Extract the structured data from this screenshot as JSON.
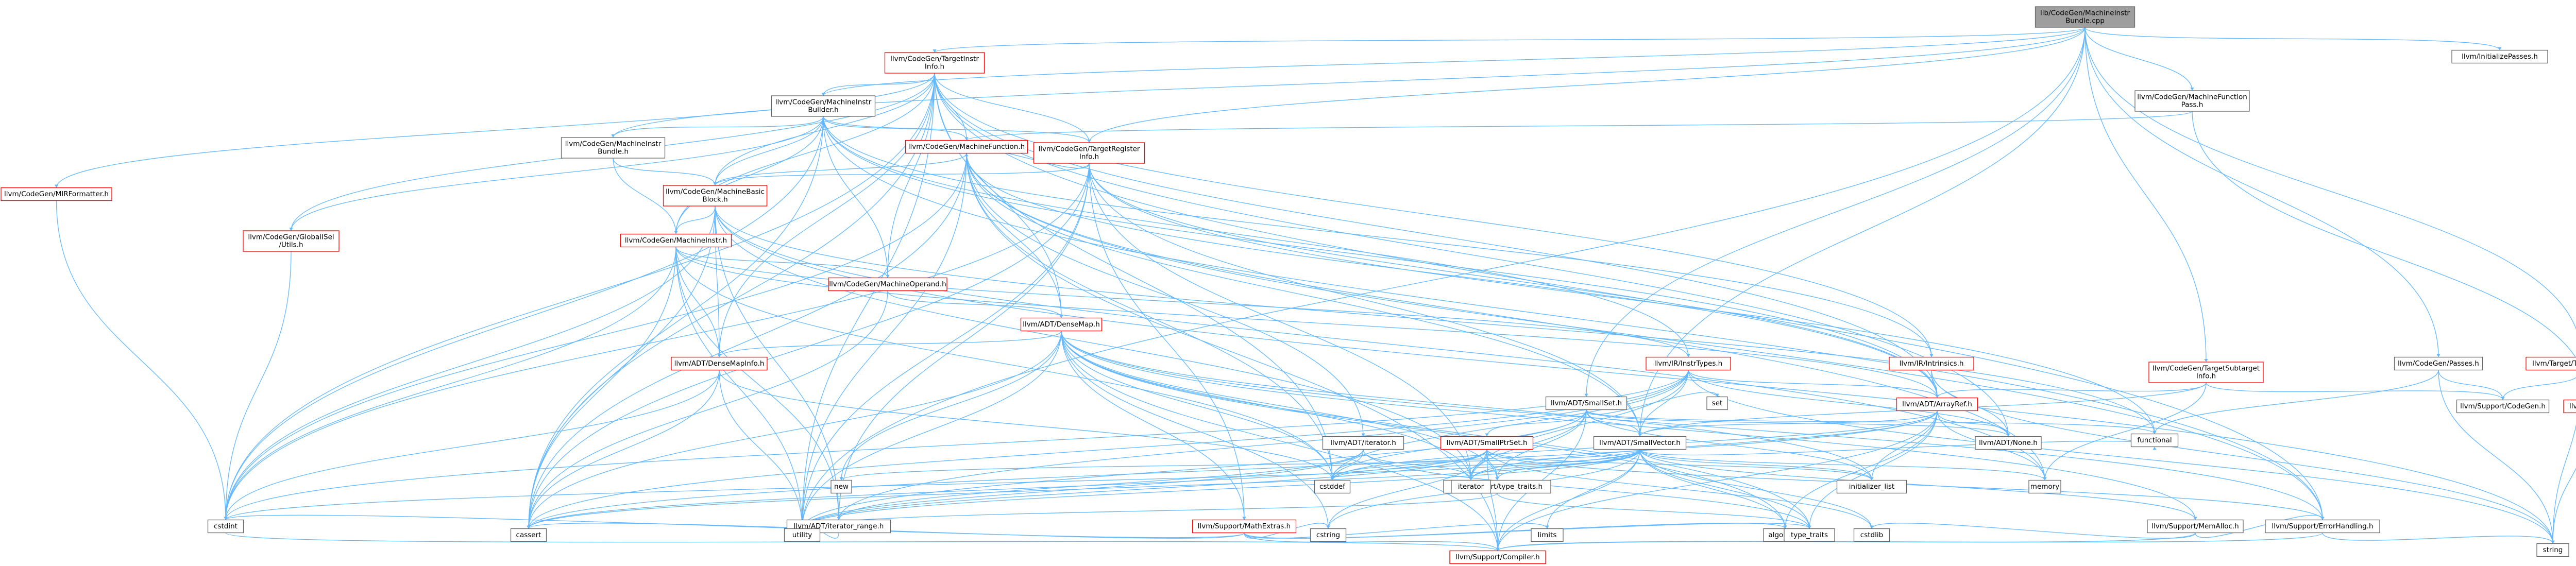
{
  "graph": {
    "colors": {
      "root_fill": "#9e9e9e",
      "root_border": "#666666",
      "normal_fill": "#ffffff",
      "normal_border": "#666666",
      "red_border": "#ff0000",
      "edge": "#63b8ff"
    },
    "nodes": [
      {
        "id": "root",
        "lines": [
          "lib/CodeGen/MachineInstr",
          "Bundle.cpp"
        ],
        "kind": "root"
      },
      {
        "id": "tii",
        "lines": [
          "llvm/CodeGen/TargetInstr",
          "Info.h"
        ],
        "kind": "red"
      },
      {
        "id": "initpasses",
        "lines": [
          "llvm/InitializePasses.h"
        ],
        "kind": "normal"
      },
      {
        "id": "mbuilder",
        "lines": [
          "llvm/CodeGen/MachineInstr",
          "Builder.h"
        ],
        "kind": "normal"
      },
      {
        "id": "mfpass",
        "lines": [
          "llvm/CodeGen/MachineFunction",
          "Pass.h"
        ],
        "kind": "normal"
      },
      {
        "id": "tri",
        "lines": [
          "llvm/CodeGen/TargetRegister",
          "Info.h"
        ],
        "kind": "red"
      },
      {
        "id": "mfunc",
        "lines": [
          "llvm/CodeGen/MachineFunction.h"
        ],
        "kind": "red"
      },
      {
        "id": "mibundle",
        "lines": [
          "llvm/CodeGen/MachineInstr",
          "Bundle.h"
        ],
        "kind": "normal"
      },
      {
        "id": "mirfmt",
        "lines": [
          "llvm/CodeGen/MIRFormatter.h"
        ],
        "kind": "red"
      },
      {
        "id": "mbb",
        "lines": [
          "llvm/CodeGen/MachineBasic",
          "Block.h"
        ],
        "kind": "red"
      },
      {
        "id": "gisel",
        "lines": [
          "llvm/CodeGen/GlobalISel",
          "/Utils.h"
        ],
        "kind": "red"
      },
      {
        "id": "minstr",
        "lines": [
          "llvm/CodeGen/MachineInstr.h"
        ],
        "kind": "red"
      },
      {
        "id": "mop",
        "lines": [
          "llvm/CodeGen/MachineOperand.h"
        ],
        "kind": "red"
      },
      {
        "id": "densemap",
        "lines": [
          "llvm/ADT/DenseMap.h"
        ],
        "kind": "red"
      },
      {
        "id": "densemapinfo",
        "lines": [
          "llvm/ADT/DenseMapInfo.h"
        ],
        "kind": "red"
      },
      {
        "id": "insttypes",
        "lines": [
          "llvm/IR/InstrTypes.h"
        ],
        "kind": "red"
      },
      {
        "id": "intrinsics",
        "lines": [
          "llvm/IR/Intrinsics.h"
        ],
        "kind": "red"
      },
      {
        "id": "tsti",
        "lines": [
          "llvm/CodeGen/TargetSubtarget",
          "Info.h"
        ],
        "kind": "red"
      },
      {
        "id": "cgpasses",
        "lines": [
          "llvm/CodeGen/Passes.h"
        ],
        "kind": "normal"
      },
      {
        "id": "tm",
        "lines": [
          "llvm/Target/TargetMachine.h"
        ],
        "kind": "red"
      },
      {
        "id": "smallset",
        "lines": [
          "llvm/ADT/SmallSet.h"
        ],
        "kind": "normal"
      },
      {
        "id": "arrayref",
        "lines": [
          "llvm/ADT/ArrayRef.h"
        ],
        "kind": "red"
      },
      {
        "id": "set",
        "lines": [
          "set"
        ],
        "kind": "normal"
      },
      {
        "id": "functional",
        "lines": [
          "functional"
        ],
        "kind": "normal"
      },
      {
        "id": "supcodegen",
        "lines": [
          "llvm/Support/CodeGen.h"
        ],
        "kind": "normal"
      },
      {
        "id": "pass",
        "lines": [
          "llvm/Pass.h"
        ],
        "kind": "red"
      },
      {
        "id": "adtiterator",
        "lines": [
          "llvm/ADT/iterator.h"
        ],
        "kind": "normal"
      },
      {
        "id": "smallptrset",
        "lines": [
          "llvm/ADT/SmallPtrSet.h"
        ],
        "kind": "red"
      },
      {
        "id": "smallvector",
        "lines": [
          "llvm/ADT/SmallVector.h"
        ],
        "kind": "normal"
      },
      {
        "id": "none",
        "lines": [
          "llvm/ADT/None.h"
        ],
        "kind": "normal"
      },
      {
        "id": "new",
        "lines": [
          "new"
        ],
        "kind": "normal"
      },
      {
        "id": "mathextras",
        "lines": [
          "llvm/Support/MathExtras.h"
        ],
        "kind": "red"
      },
      {
        "id": "typetraits",
        "lines": [
          "llvm/Support/type_traits.h"
        ],
        "kind": "normal"
      },
      {
        "id": "iterator",
        "lines": [
          "iterator"
        ],
        "kind": "normal"
      },
      {
        "id": "cstddef",
        "lines": [
          "cstddef"
        ],
        "kind": "normal"
      },
      {
        "id": "initlist",
        "lines": [
          "initializer_list"
        ],
        "kind": "normal"
      },
      {
        "id": "memory",
        "lines": [
          "memory"
        ],
        "kind": "normal"
      },
      {
        "id": "memalloc",
        "lines": [
          "llvm/Support/MemAlloc.h"
        ],
        "kind": "normal"
      },
      {
        "id": "itrange",
        "lines": [
          "llvm/ADT/iterator_range.h"
        ],
        "kind": "normal"
      },
      {
        "id": "cstdint",
        "lines": [
          "cstdint"
        ],
        "kind": "normal"
      },
      {
        "id": "cassert",
        "lines": [
          "cassert"
        ],
        "kind": "normal"
      },
      {
        "id": "utility",
        "lines": [
          "utility"
        ],
        "kind": "normal"
      },
      {
        "id": "cstring",
        "lines": [
          "cstring"
        ],
        "kind": "normal"
      },
      {
        "id": "limits",
        "lines": [
          "limits"
        ],
        "kind": "normal"
      },
      {
        "id": "algorithm",
        "lines": [
          "algorithm"
        ],
        "kind": "normal"
      },
      {
        "id": "typetraitsstd",
        "lines": [
          "type_traits"
        ],
        "kind": "normal"
      },
      {
        "id": "cstdlib",
        "lines": [
          "cstdlib"
        ],
        "kind": "normal"
      },
      {
        "id": "errhandling",
        "lines": [
          "llvm/Support/ErrorHandling.h"
        ],
        "kind": "normal"
      },
      {
        "id": "compiler",
        "lines": [
          "llvm/Support/Compiler.h"
        ],
        "kind": "red"
      },
      {
        "id": "string",
        "lines": [
          "string"
        ],
        "kind": "normal"
      }
    ],
    "edges": [
      [
        "root",
        "tii"
      ],
      [
        "root",
        "initpasses"
      ],
      [
        "root",
        "mbuilder"
      ],
      [
        "root",
        "mfpass"
      ],
      [
        "root",
        "tri"
      ],
      [
        "root",
        "mibundle"
      ],
      [
        "root",
        "tsti"
      ],
      [
        "root",
        "cgpasses"
      ],
      [
        "root",
        "tm"
      ],
      [
        "root",
        "utility"
      ],
      [
        "root",
        "smallset"
      ],
      [
        "root",
        "smallvector"
      ],
      [
        "tii",
        "mbuilder"
      ],
      [
        "tii",
        "mirfmt"
      ],
      [
        "tii",
        "gisel"
      ],
      [
        "tii",
        "mfunc"
      ],
      [
        "tii",
        "tri"
      ],
      [
        "tii",
        "mbb"
      ],
      [
        "tii",
        "minstr"
      ],
      [
        "tii",
        "mop"
      ],
      [
        "tii",
        "densemap"
      ],
      [
        "tii",
        "densemapinfo"
      ],
      [
        "tii",
        "arrayref"
      ],
      [
        "tii",
        "none"
      ],
      [
        "tii",
        "errhandling"
      ],
      [
        "tii",
        "cstdint"
      ],
      [
        "tii",
        "cassert"
      ],
      [
        "tii",
        "utility"
      ],
      [
        "tii",
        "cstddef"
      ],
      [
        "tii",
        "intrinsics"
      ],
      [
        "mbuilder",
        "mfunc"
      ],
      [
        "mbuilder",
        "mibundle"
      ],
      [
        "mbuilder",
        "mbb"
      ],
      [
        "mbuilder",
        "minstr"
      ],
      [
        "mbuilder",
        "mop"
      ],
      [
        "mbuilder",
        "tri"
      ],
      [
        "mbuilder",
        "insttypes"
      ],
      [
        "mbuilder",
        "intrinsics"
      ],
      [
        "mbuilder",
        "errhandling"
      ],
      [
        "mbuilder",
        "cassert"
      ],
      [
        "mbuilder",
        "cstdint"
      ],
      [
        "mbuilder",
        "arrayref"
      ],
      [
        "mbuilder",
        "gisel"
      ],
      [
        "mfpass",
        "mfunc"
      ],
      [
        "mfpass",
        "pass"
      ],
      [
        "tri",
        "mbb"
      ],
      [
        "tri",
        "arrayref"
      ],
      [
        "tri",
        "smallvector"
      ],
      [
        "tri",
        "itrange"
      ],
      [
        "tri",
        "mathextras"
      ],
      [
        "tri",
        "functional"
      ],
      [
        "tri",
        "cassert"
      ],
      [
        "tri",
        "cstdint"
      ],
      [
        "tri",
        "iterator"
      ],
      [
        "tri",
        "utility"
      ],
      [
        "tri",
        "mfunc"
      ],
      [
        "mfunc",
        "mbb"
      ],
      [
        "mfunc",
        "densemap"
      ],
      [
        "mfunc",
        "arrayref"
      ],
      [
        "mfunc",
        "smallvector"
      ],
      [
        "mfunc",
        "adtiterator"
      ],
      [
        "mfunc",
        "utility"
      ],
      [
        "mfunc",
        "memory"
      ],
      [
        "mfunc",
        "cassert"
      ],
      [
        "mfunc",
        "cstdint"
      ],
      [
        "mfunc",
        "cstddef"
      ],
      [
        "mfunc",
        "errhandling"
      ],
      [
        "mfunc",
        "compiler"
      ],
      [
        "mibundle",
        "mbb"
      ],
      [
        "mibundle",
        "minstr"
      ],
      [
        "mirfmt",
        "cstdint"
      ],
      [
        "mbb",
        "minstr"
      ],
      [
        "mbb",
        "densemapinfo"
      ],
      [
        "mbb",
        "itrange"
      ],
      [
        "mbb",
        "cassert"
      ],
      [
        "mbb",
        "cstdint"
      ],
      [
        "mbb",
        "functional"
      ],
      [
        "mbb",
        "iterator"
      ],
      [
        "mbb",
        "string"
      ],
      [
        "mbb",
        "memory"
      ],
      [
        "gisel",
        "cstdint"
      ],
      [
        "minstr",
        "mop"
      ],
      [
        "minstr",
        "densemapinfo"
      ],
      [
        "minstr",
        "arrayref"
      ],
      [
        "minstr",
        "itrange"
      ],
      [
        "minstr",
        "cassert"
      ],
      [
        "minstr",
        "cstddef"
      ],
      [
        "minstr",
        "cstdint"
      ],
      [
        "minstr",
        "utility"
      ],
      [
        "minstr",
        "insttypes"
      ],
      [
        "mop",
        "densemap"
      ],
      [
        "mop",
        "cassert"
      ],
      [
        "densemap",
        "densemapinfo"
      ],
      [
        "densemap",
        "mathextras"
      ],
      [
        "densemap",
        "memalloc"
      ],
      [
        "densemap",
        "typetraits"
      ],
      [
        "densemap",
        "algorithm"
      ],
      [
        "densemap",
        "cassert"
      ],
      [
        "densemap",
        "cstddef"
      ],
      [
        "densemap",
        "cstring"
      ],
      [
        "densemap",
        "initlist"
      ],
      [
        "densemap",
        "iterator"
      ],
      [
        "densemap",
        "new"
      ],
      [
        "densemap",
        "typetraitsstd"
      ],
      [
        "densemap",
        "utility"
      ],
      [
        "densemap",
        "compiler"
      ],
      [
        "densemap",
        "errhandling"
      ],
      [
        "densemapinfo",
        "cassert"
      ],
      [
        "densemapinfo",
        "cstddef"
      ],
      [
        "densemapinfo",
        "cstdint"
      ],
      [
        "densemapinfo",
        "utility"
      ],
      [
        "insttypes",
        "arrayref"
      ],
      [
        "insttypes",
        "none"
      ],
      [
        "insttypes",
        "smallvector"
      ],
      [
        "insttypes",
        "cassert"
      ],
      [
        "insttypes",
        "cstddef"
      ],
      [
        "insttypes",
        "cstdint"
      ],
      [
        "insttypes",
        "iterator"
      ],
      [
        "insttypes",
        "string"
      ],
      [
        "insttypes",
        "itrange"
      ],
      [
        "intrinsics",
        "arrayref"
      ],
      [
        "intrinsics",
        "none"
      ],
      [
        "intrinsics",
        "string"
      ],
      [
        "tsti",
        "arrayref"
      ],
      [
        "tsti",
        "supcodegen"
      ],
      [
        "tsti",
        "smallvector"
      ],
      [
        "tsti",
        "memory"
      ],
      [
        "cgpasses",
        "supcodegen"
      ],
      [
        "cgpasses",
        "functional"
      ],
      [
        "cgpasses",
        "string"
      ],
      [
        "tm",
        "supcodegen"
      ],
      [
        "tm",
        "pass"
      ],
      [
        "tm",
        "string"
      ],
      [
        "pass",
        "string"
      ],
      [
        "smallset",
        "none"
      ],
      [
        "smallset",
        "smallptrset"
      ],
      [
        "smallset",
        "smallvector"
      ],
      [
        "smallset",
        "iterator"
      ],
      [
        "smallset",
        "typetraits"
      ],
      [
        "smallset",
        "cstddef"
      ],
      [
        "smallset",
        "functional"
      ],
      [
        "smallset",
        "set"
      ],
      [
        "smallset",
        "utility"
      ],
      [
        "smallset",
        "compiler"
      ],
      [
        "smallset",
        "initlist"
      ],
      [
        "arrayref",
        "smallvector"
      ],
      [
        "arrayref",
        "none"
      ],
      [
        "arrayref",
        "compiler"
      ],
      [
        "arrayref",
        "algorithm"
      ],
      [
        "arrayref",
        "array"
      ],
      [
        "arrayref",
        "cassert"
      ],
      [
        "arrayref",
        "cstddef"
      ],
      [
        "arrayref",
        "initlist"
      ],
      [
        "arrayref",
        "iterator"
      ],
      [
        "arrayref",
        "memory"
      ],
      [
        "arrayref",
        "typetraitsstd"
      ],
      [
        "arrayref",
        "vector"
      ],
      [
        "adtiterator",
        "itrange"
      ],
      [
        "adtiterator",
        "cstddef"
      ],
      [
        "adtiterator",
        "iterator"
      ],
      [
        "adtiterator",
        "typetraitsstd"
      ],
      [
        "adtiterator",
        "utility"
      ],
      [
        "smallptrset",
        "typetraits"
      ],
      [
        "smallptrset",
        "cassert"
      ],
      [
        "smallptrset",
        "cstddef"
      ],
      [
        "smallptrset",
        "cstdlib"
      ],
      [
        "smallptrset",
        "cstring"
      ],
      [
        "smallptrset",
        "initlist"
      ],
      [
        "smallptrset",
        "iterator"
      ],
      [
        "smallptrset",
        "utility"
      ],
      [
        "smallptrset",
        "compiler"
      ],
      [
        "smallptrset",
        "errhandling"
      ],
      [
        "smallvector",
        "memalloc"
      ],
      [
        "smallvector",
        "typetraits"
      ],
      [
        "smallvector",
        "algorithm"
      ],
      [
        "smallvector",
        "cassert"
      ],
      [
        "smallvector",
        "cstddef"
      ],
      [
        "smallvector",
        "cstdlib"
      ],
      [
        "smallvector",
        "cstring"
      ],
      [
        "smallvector",
        "functional"
      ],
      [
        "smallvector",
        "initlist"
      ],
      [
        "smallvector",
        "iterator"
      ],
      [
        "smallvector",
        "limits"
      ],
      [
        "smallvector",
        "memory"
      ],
      [
        "smallvector",
        "new"
      ],
      [
        "smallvector",
        "typetraitsstd"
      ],
      [
        "smallvector",
        "utility"
      ],
      [
        "smallvector",
        "compiler"
      ],
      [
        "smallvector",
        "cstdint"
      ],
      [
        "mathextras",
        "compiler"
      ],
      [
        "mathextras",
        "cassert"
      ],
      [
        "mathextras",
        "climits"
      ],
      [
        "mathextras",
        "cstring"
      ],
      [
        "mathextras",
        "limits"
      ],
      [
        "mathextras",
        "typetraitsstd"
      ],
      [
        "mathextras",
        "algorithm"
      ],
      [
        "mathextras",
        "cstdint"
      ],
      [
        "typetraits",
        "typetraitsstd"
      ],
      [
        "typetraits",
        "utility"
      ],
      [
        "memalloc",
        "compiler"
      ],
      [
        "memalloc",
        "errhandling"
      ],
      [
        "memalloc",
        "cstdlib"
      ],
      [
        "itrange",
        "utility"
      ],
      [
        "errhandling",
        "compiler"
      ],
      [
        "errhandling",
        "string"
      ],
      [
        "cstdint",
        "compiler"
      ]
    ]
  }
}
